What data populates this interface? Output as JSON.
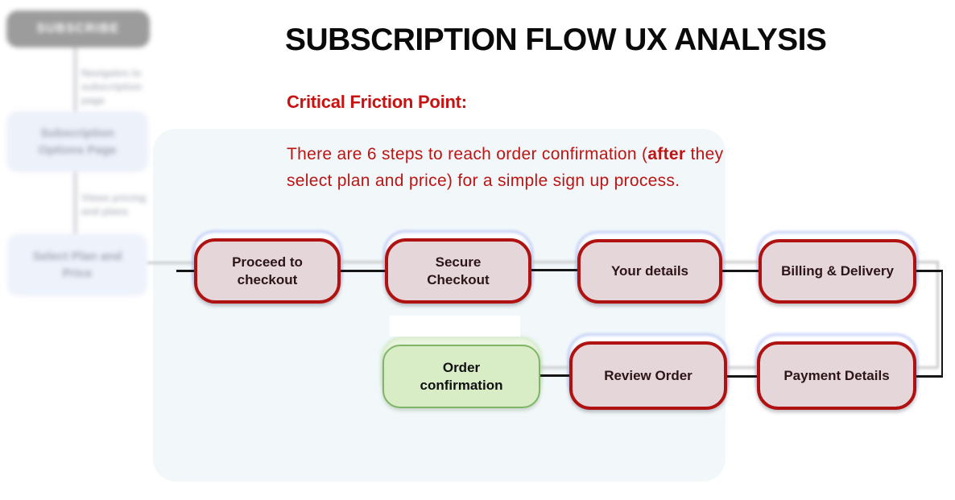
{
  "title": "SUBSCRIPTION FLOW UX ANALYSIS",
  "annotation": {
    "heading": "Critical Friction Point:",
    "body_prefix": "There are 6 steps to reach order confirmation (",
    "body_bold": "after",
    "body_suffix": " they select plan and price) for a simple sign up process."
  },
  "background_flow": {
    "subscribe_label": "SUBSCRIBE",
    "caption_1": "Navigates to\nsubscription\npage",
    "node_2": "Subscription\nOptions Page",
    "caption_2": "Views pricing\nand plans",
    "node_3": "Select Plan and\nPrice"
  },
  "flow": {
    "row1": [
      {
        "label": "Proceed to\ncheckout"
      },
      {
        "label": "Secure\nCheckout"
      },
      {
        "label": "Your details"
      },
      {
        "label": "Billing & Delivery"
      }
    ],
    "row2": [
      {
        "label": "Order\nconfirmation"
      },
      {
        "label": "Review Order"
      },
      {
        "label": "Payment Details"
      }
    ]
  },
  "colors": {
    "panel_background": "#f2f8fa",
    "friction_node_fill": "#e5d6d9",
    "friction_node_border": "#b01212",
    "success_node_fill": "#d8edc6",
    "success_node_border": "#7fb566",
    "annotation_red": "#c81212",
    "connector_black": "#161616",
    "subscribe_gray": "#9c9c9c"
  }
}
